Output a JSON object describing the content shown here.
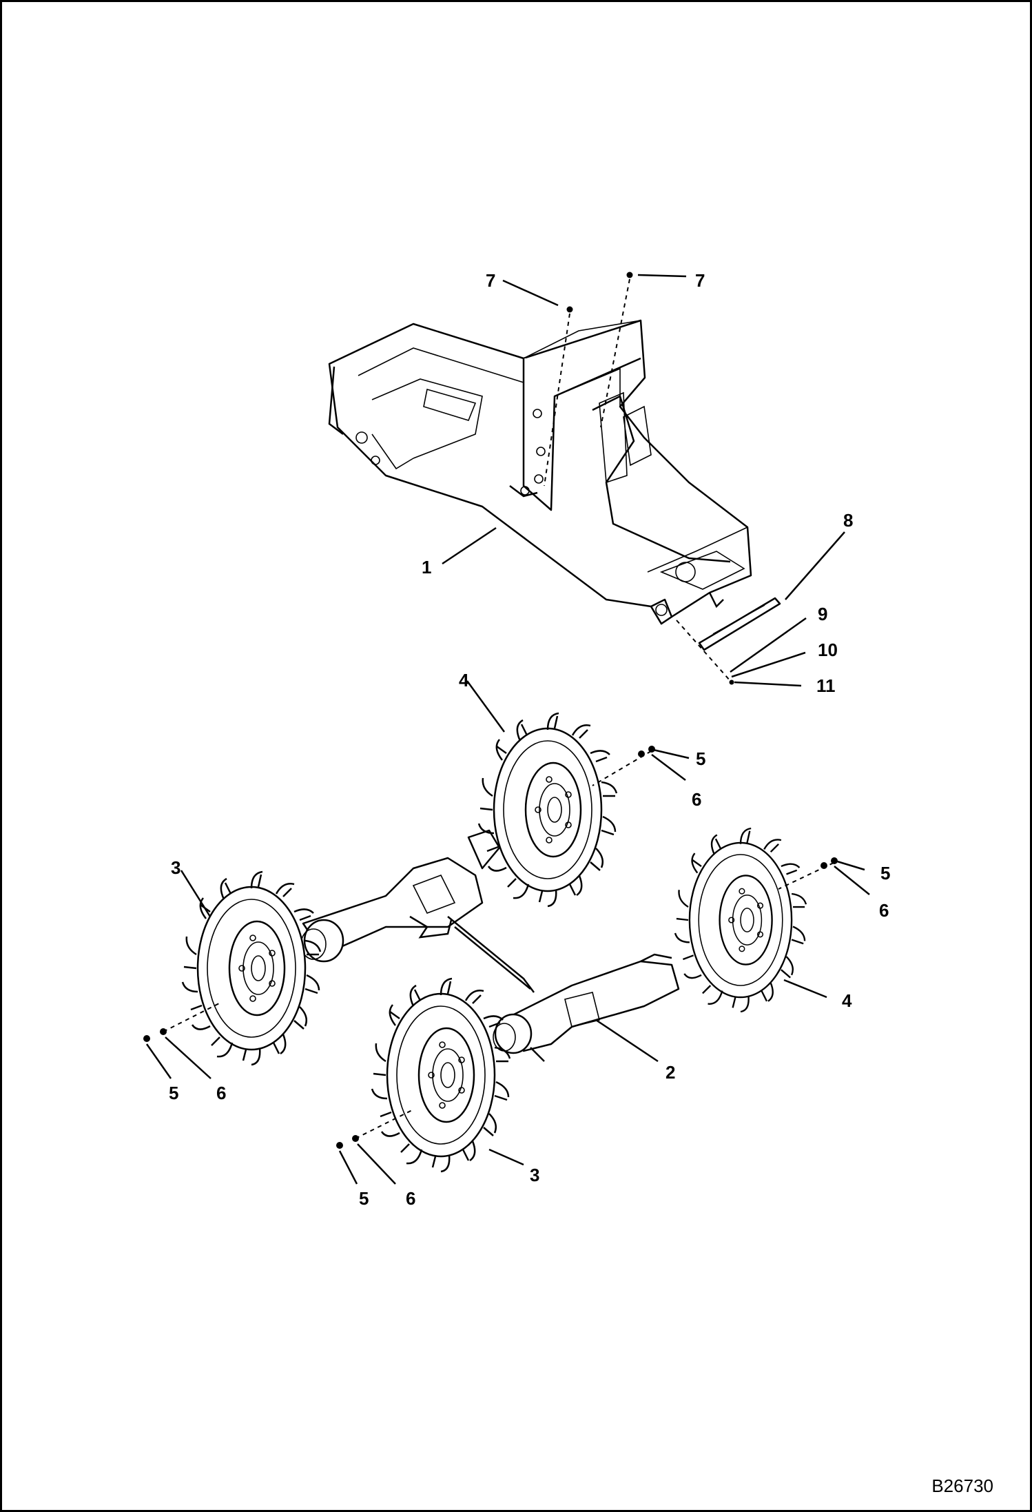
{
  "figure_ref": "B26730",
  "callouts": {
    "frame_1": "1",
    "axle_2": "2",
    "wheel_3_left": "3",
    "wheel_3_front": "3",
    "wheel_4_rear": "4",
    "wheel_4_right": "4",
    "nut_5_rear": "5",
    "washer_6_rear": "6",
    "nut_5_right": "5",
    "washer_6_right": "6",
    "nut_5_left": "5",
    "washer_6_left": "6",
    "nut_5_front": "5",
    "washer_6_front": "6",
    "plug_7_a": "7",
    "plug_7_b": "7",
    "strip_8": "8",
    "part_9": "9",
    "part_10": "10",
    "part_11": "11"
  }
}
